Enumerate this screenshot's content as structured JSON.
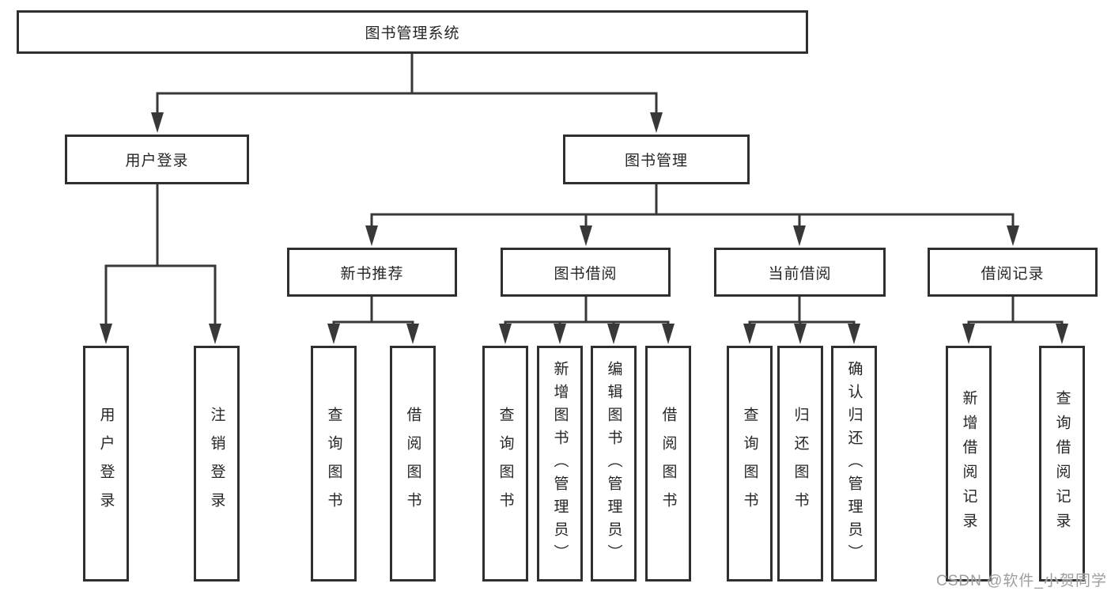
{
  "diagram": {
    "root": {
      "label": "图书管理系统"
    },
    "branches": [
      {
        "label": "用户登录",
        "children": [
          {
            "label": "用户登录"
          },
          {
            "label": "注销登录"
          }
        ]
      },
      {
        "label": "图书管理",
        "children": [
          {
            "label": "新书推荐",
            "children": [
              {
                "label": "查询图书"
              },
              {
                "label": "借阅图书"
              }
            ]
          },
          {
            "label": "图书借阅",
            "children": [
              {
                "label": "查询图书"
              },
              {
                "label": "新增图书（管理员）"
              },
              {
                "label": "编辑图书（管理员）"
              },
              {
                "label": "借阅图书"
              }
            ]
          },
          {
            "label": "当前借阅",
            "children": [
              {
                "label": "查询图书"
              },
              {
                "label": "归还图书"
              },
              {
                "label": "确认归还（管理员）"
              }
            ]
          },
          {
            "label": "借阅记录",
            "children": [
              {
                "label": "新增借阅记录"
              },
              {
                "label": "查询借阅记录"
              }
            ]
          }
        ]
      }
    ]
  },
  "watermark": {
    "text": "CSDN @软件_小贺同学"
  },
  "colors": {
    "line": "#383838",
    "border": "#2f2f2f",
    "text": "#262626",
    "watermark": "#9e9e9e",
    "background": "#ffffff"
  }
}
